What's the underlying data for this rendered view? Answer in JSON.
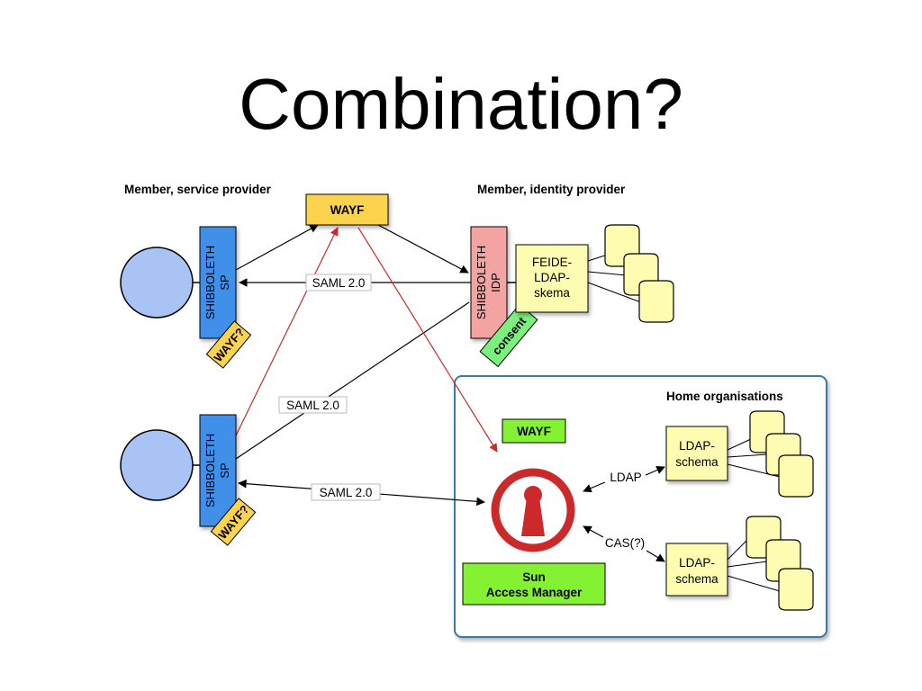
{
  "slide": {
    "title": "Combination?"
  },
  "headers": {
    "service_provider": "Member, service provider",
    "identity_provider": "Member, identity provider",
    "home_organisations": "Home organisations"
  },
  "boxes": {
    "wayf_top": "WAYF",
    "sp_top": [
      "SHIBBOLETH",
      "SP"
    ],
    "sp_bottom": [
      "SHIBBOLETH",
      "SP"
    ],
    "idp": [
      "SHIBBOLETH",
      "IDP"
    ],
    "feide": [
      "FEIDE-",
      "LDAP-",
      "skema"
    ],
    "consent": "consent",
    "wayf_tag_top": "WAYF?",
    "wayf_tag_bottom": "WAYF?",
    "wayf_home": "WAYF",
    "sun_access_manager": [
      "Sun",
      "Access Manager"
    ],
    "ldap_schema_1": [
      "LDAP-",
      "schema"
    ],
    "ldap_schema_2": [
      "LDAP-",
      "schema"
    ]
  },
  "edge_labels": {
    "saml_top": "SAML 2.0",
    "saml_middle": "SAML 2.0",
    "saml_bottom": "SAML 2.0",
    "ldap": "LDAP",
    "cas": "CAS(?)"
  },
  "colors": {
    "blue": "#3f8fe8",
    "blue_circle": "#a9c3f5",
    "yellow": "#fcd34d",
    "pale_yellow": "#fdfcb1",
    "pink": "#f4a3a3",
    "green": "#7cf07c",
    "bright_green": "#84f232",
    "red": "#cc2a2a",
    "frame_border": "#3a79a6"
  }
}
